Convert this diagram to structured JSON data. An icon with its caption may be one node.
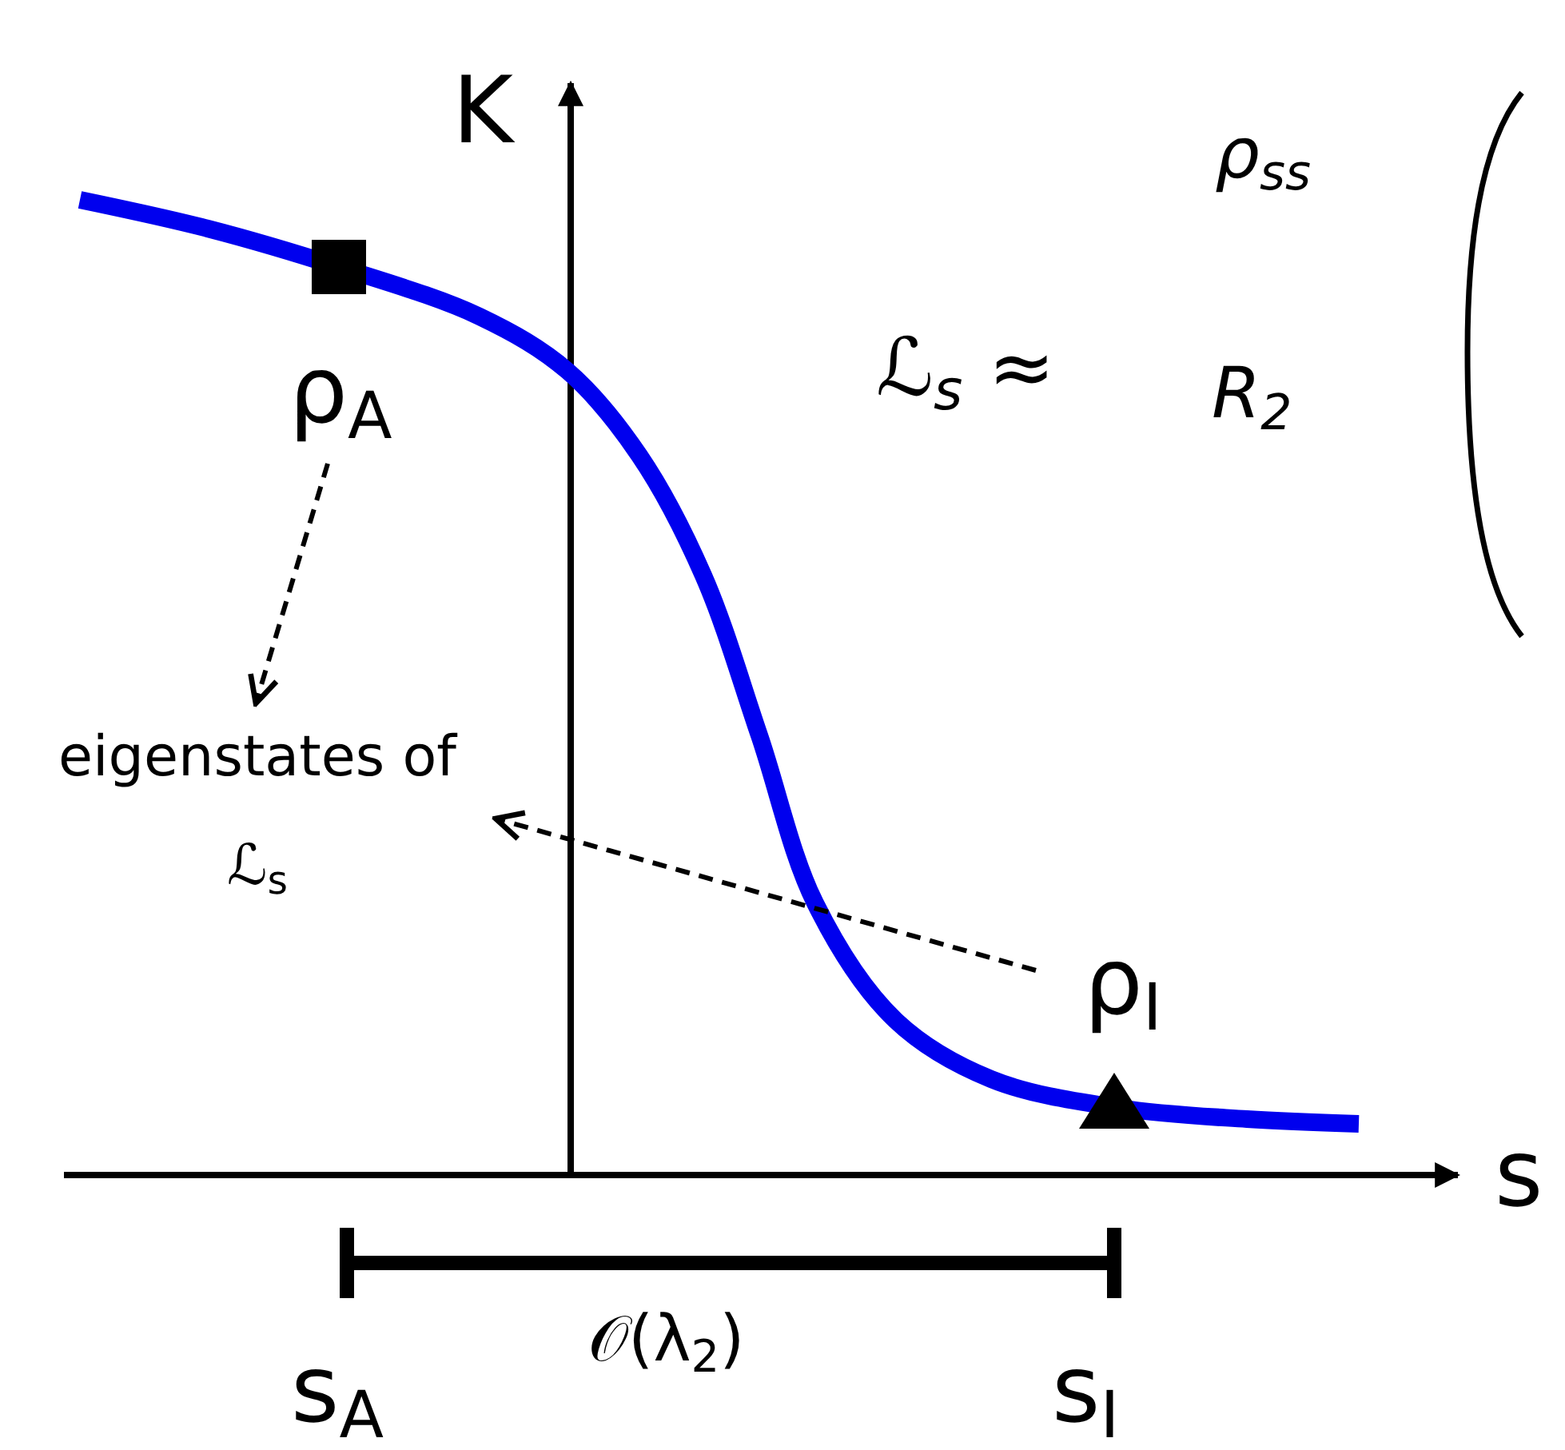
{
  "diagram": {
    "nodes": [
      {
        "text": [
          "ρ$_{A}$"
        ]
      },
      {
        "text": [
          "eigenstates of ℒ$_{s}$"
        ]
      },
      {
        "text": [
          "ρ$_{I}$"
        ]
      }
    ],
    "edges": [
      {
        "from": 0,
        "to": 1,
        "arrow": "to",
        "style": "dashed"
      },
      {
        "from": 2,
        "to": 1,
        "arrow": "to",
        "style": "dashed"
      }
    ],
    "labels": [
      "K",
      "ρ$_{ss}$",
      "ℒ$_{s}$ ≈",
      "R$_{2}$",
      "s",
      "𝒪(λ$_{2}$)",
      "s$_{A}$",
      "s$_{I}$"
    ]
  }
}
